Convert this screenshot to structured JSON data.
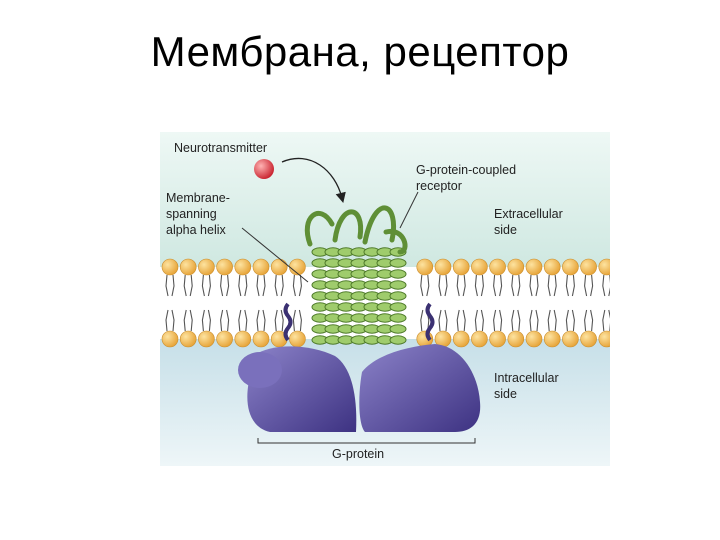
{
  "title": "Мембрана, рецептор",
  "diagram": {
    "labels": {
      "neurotransmitter": "Neurotransmitter",
      "receptor_line1": "G-protein-coupled",
      "receptor_line2": "receptor",
      "helix_line1": "Membrane-",
      "helix_line2": "spanning",
      "helix_line3": "alpha helix",
      "extra_line1": "Extracellular",
      "extra_line2": "side",
      "intra_line1": "Intracellular",
      "intra_line2": "side",
      "gprotein": "G-protein"
    },
    "colors": {
      "extracellular": "#dff1ec",
      "intracellular": "#d4e6ee",
      "lipid_head": "#f2b647",
      "receptor": "#8fbf5e",
      "g_protein": "#5a4ea0",
      "neurotransmitter": "#d9303a"
    }
  }
}
